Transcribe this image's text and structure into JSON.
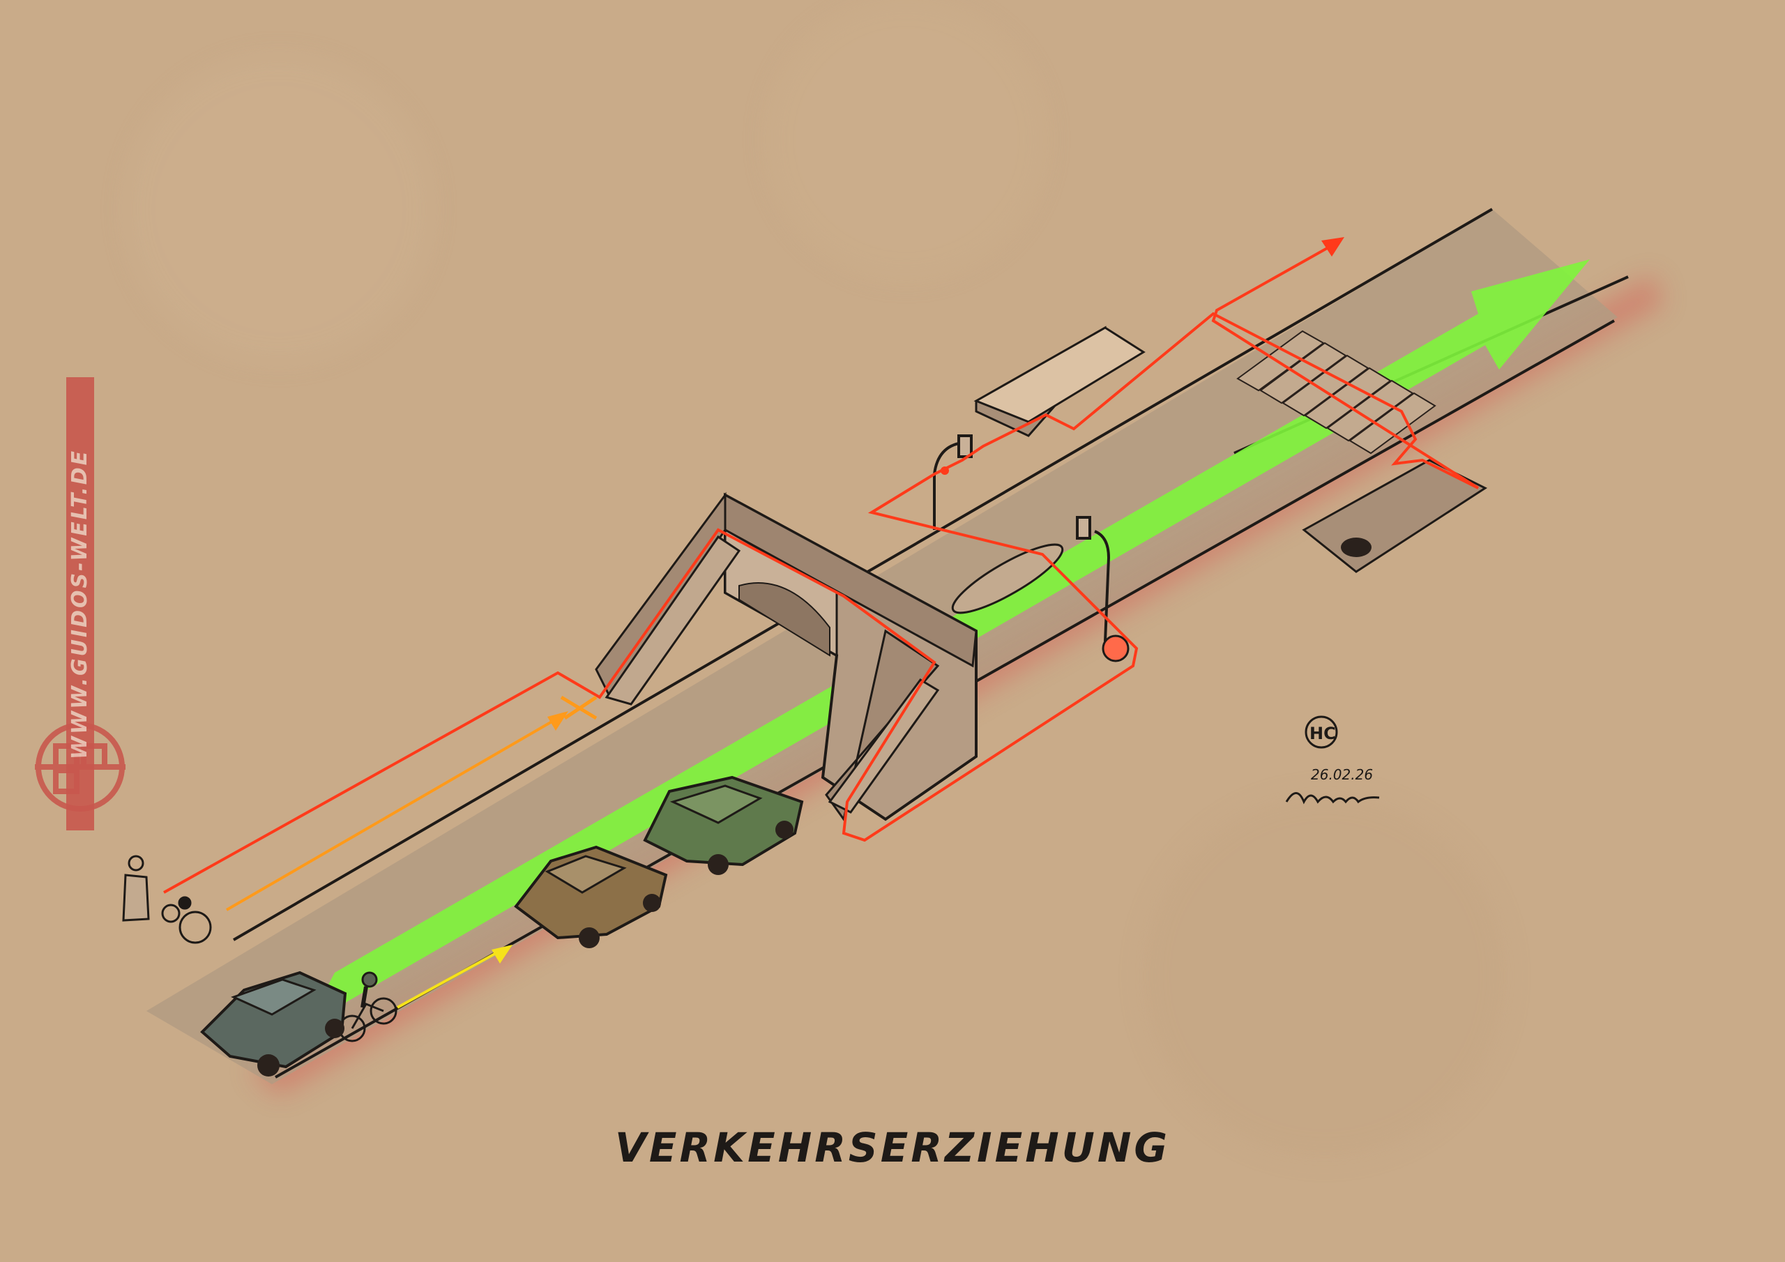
{
  "title": "VERKEHRSERZIEHUNG",
  "watermark_url": "WWW.GUIDOS-WELT.DE",
  "signature_initials": "HC",
  "signature_date": "26.02.26",
  "colors": {
    "paper": "#c9ab89",
    "road": "#b39b83",
    "green_lane": "#7ef53c",
    "red_path": "#ff3a1a",
    "orange_path": "#ff9a1a",
    "yellow_path": "#f6e21a",
    "watermark": "#c8584e",
    "ink": "#1e1a17"
  }
}
